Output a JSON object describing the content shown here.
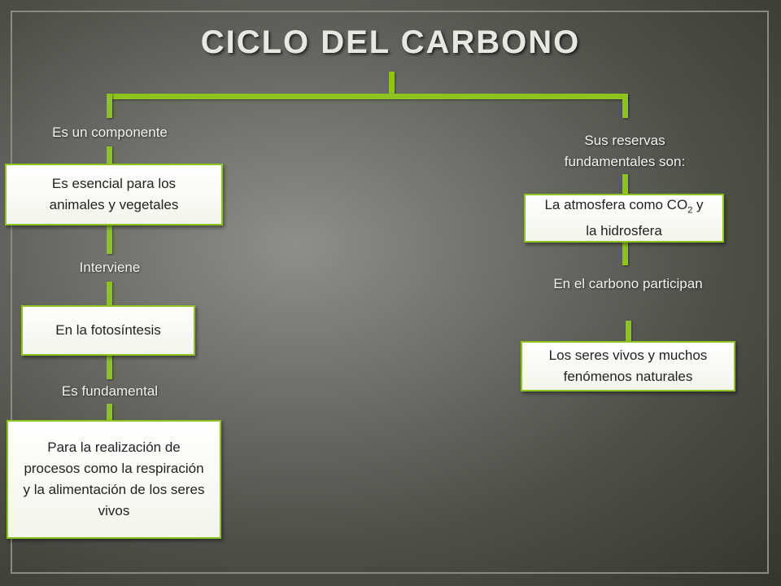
{
  "title": "CICLO DEL CARBONO",
  "left": {
    "label1": "Es un componente",
    "box1": "Es esencial para los animales y vegetales",
    "label2": "Interviene",
    "box2": "En la fotosíntesis",
    "label3": "Es fundamental",
    "box3": "Para la realización  de procesos  como la respiración  y la alimentación  de los seres  vivos"
  },
  "right": {
    "label1": "Sus reservas fundamentales  son:",
    "box1_pre": "La atmosfera  como CO",
    "box1_sub": "2",
    "box1_post": " y la hidrosfera",
    "label2": "En el carbono participan",
    "box2": "Los seres vivos  y muchos fenómenos naturales"
  },
  "colors": {
    "connector": "#8dc21f",
    "box_fill": "#ffffff",
    "label_text": "#f2f2ec"
  }
}
